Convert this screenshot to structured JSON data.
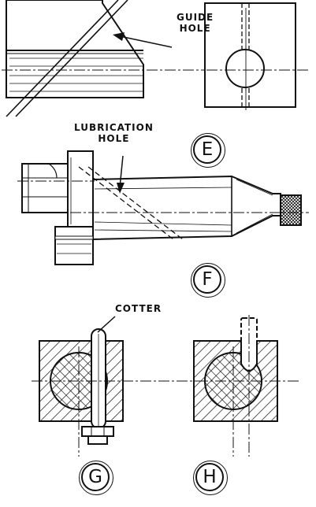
{
  "labels": {
    "guide_hole_line1": "GUIDE",
    "guide_hole_line2": "HOLE",
    "lubrication_line1": "LUBRICATION",
    "lubrication_line2": "HOLE",
    "cotter": "COTTER"
  },
  "view_letters": {
    "e": "E",
    "f": "F",
    "g": "G",
    "h": "H"
  }
}
